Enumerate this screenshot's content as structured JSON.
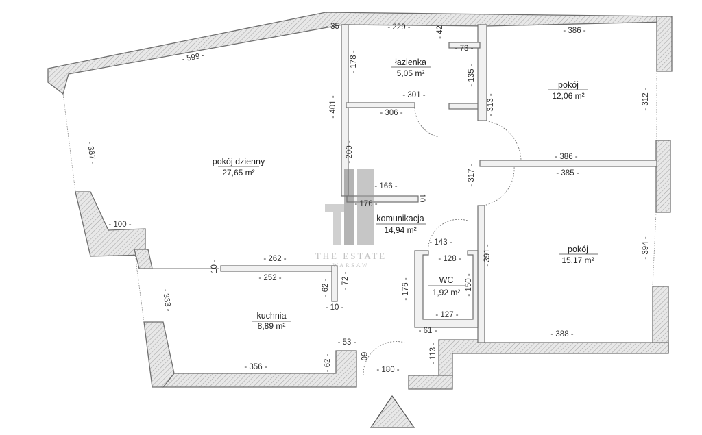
{
  "rooms": [
    {
      "id": "living",
      "name": "pokój dzienny",
      "area": "27,65 m²"
    },
    {
      "id": "bathroom",
      "name": "łazienka",
      "area": "5,05 m²"
    },
    {
      "id": "room-ne",
      "name": "pokój",
      "area": "12,06 m²"
    },
    {
      "id": "corridor",
      "name": "komunikacja",
      "area": "14,94 m²"
    },
    {
      "id": "room-se",
      "name": "pokój",
      "area": "15,17 m²"
    },
    {
      "id": "wc",
      "name": "WC",
      "area": "1,92 m²"
    },
    {
      "id": "kitchen",
      "name": "kuchnia",
      "area": "8,89 m²"
    }
  ],
  "dimensions": [
    "- 599 -",
    "- 35",
    "- 229 -",
    "- 42",
    "- 386 -",
    "- 73 -",
    "- 178 -",
    "- 135 -",
    "- 301 -",
    "- 306 -",
    "- 401 -",
    "- 313 -",
    "- 312 -",
    "- 367 -",
    "- 200 -",
    "- 317 -",
    "- 386 -",
    "- 385 -",
    "- 166 -",
    "10",
    "- 176 -",
    "- 100 -",
    "- 143 -",
    "- 128 -",
    "- 391 -",
    "- 394 -",
    "10 -",
    "- 262 -",
    "- 252 -",
    "- 62 -",
    "- 72 -",
    "- 176 -",
    "- 150 -",
    "- 333 -",
    "- 10 -",
    "- 127 -",
    "- 61 -",
    "- 53 -",
    "- 113 -",
    "- 388 -",
    "- 62 -",
    "60",
    "- 356 -",
    "- 180 -"
  ],
  "watermark": {
    "brand": "THE ESTATE",
    "sub": "WARSAW"
  }
}
